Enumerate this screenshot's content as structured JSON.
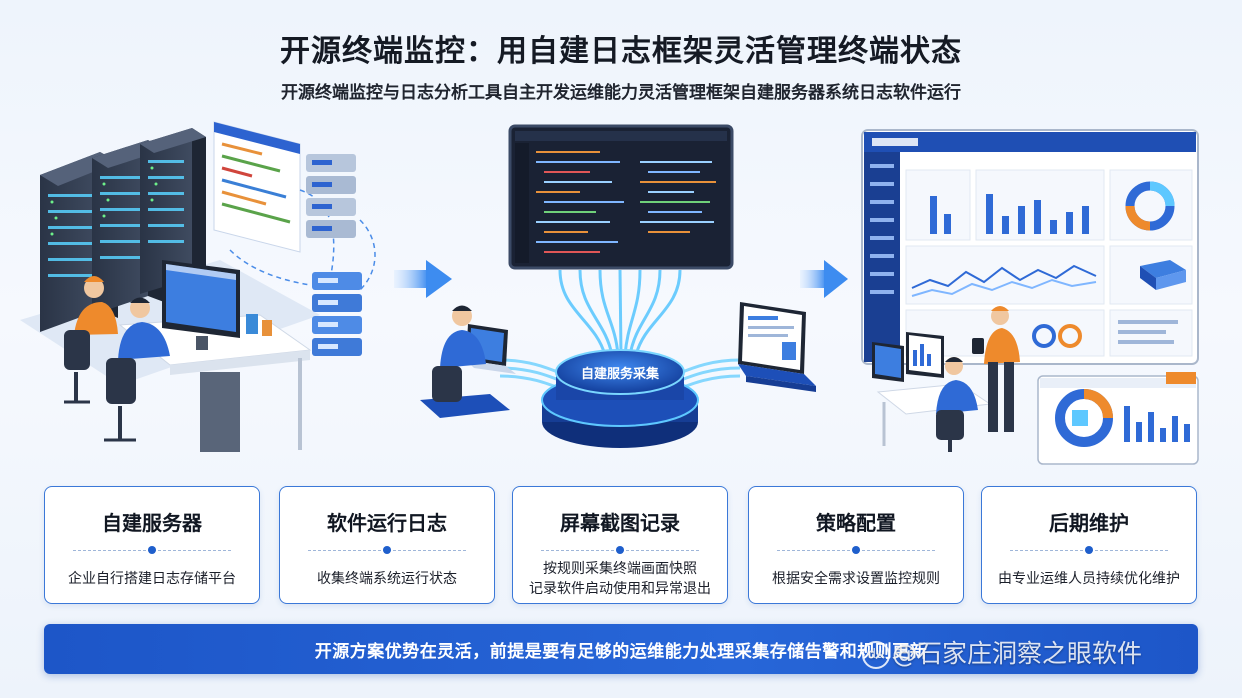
{
  "header": {
    "title": "开源终端监控：用自建日志框架灵活管理终端状态",
    "subtitle": "开源终端监控与日志分析工具自主开发运维能力灵活管理框架自建服务器系统日志软件运行"
  },
  "illustration": {
    "hub_label": "自建服务采集"
  },
  "cards": [
    {
      "title": "自建服务器",
      "desc": [
        "企业自行搭建日志存储平台"
      ]
    },
    {
      "title": "软件运行日志",
      "desc": [
        "收集终端系统运行状态"
      ]
    },
    {
      "title": "屏幕截图记录",
      "desc": [
        "按规则采集终端画面快照",
        "记录软件启动使用和异常退出"
      ]
    },
    {
      "title": "策略配置",
      "desc": [
        "根据安全需求设置监控规则"
      ]
    },
    {
      "title": "后期维护",
      "desc": [
        "由专业运维人员持续优化维护"
      ]
    }
  ],
  "banner": {
    "text": "开源方案优势在灵活，前提是要有足够的运维能力处理采集存储告警和规则更新"
  },
  "watermark": {
    "logo": "du",
    "text": "@石家庄洞察之眼软件"
  },
  "colors": {
    "accent": "#1f5fcc",
    "card_border": "#3b78d8",
    "banner": "#1d56c8",
    "orange": "#ee8a2c",
    "glow": "#5ec8ff"
  }
}
